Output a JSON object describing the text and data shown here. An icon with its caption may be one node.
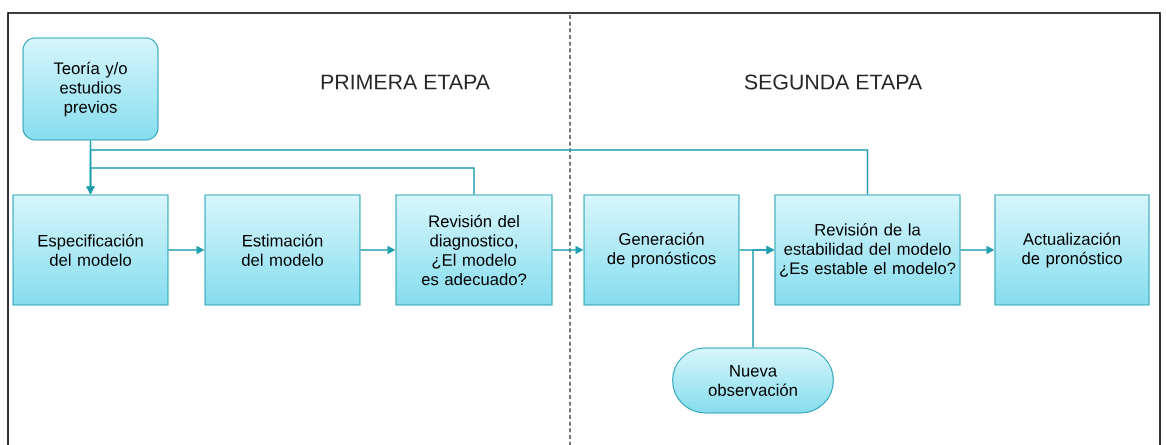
{
  "diagram": {
    "nodes": [
      {
        "text": [
          "Teoría y/o estudios previos"
        ]
      },
      {
        "text": [
          "Especificación del modelo"
        ]
      },
      {
        "text": [
          "Estimación del modelo"
        ]
      },
      {
        "text": [
          "Revisión del diagnostico, ¿El modelo es adecuado?"
        ]
      },
      {
        "text": [
          "Generación de pronósticos"
        ]
      },
      {
        "text": [
          "Revisión de la estabilidad del modelo ¿Es estable el modelo?"
        ]
      },
      {
        "text": [
          "Actualización de pronóstico"
        ]
      },
      {
        "text": [
          "Nueva observación"
        ]
      }
    ],
    "edges": [
      {
        "from": 0,
        "to": 1,
        "arrow": "to"
      },
      {
        "from": 1,
        "to": 2,
        "arrow": "to"
      },
      {
        "from": 2,
        "to": 3,
        "arrow": "to"
      },
      {
        "from": 3,
        "to": 4,
        "arrow": "to"
      },
      {
        "from": 4,
        "to": 5,
        "arrow": "to"
      },
      {
        "from": 5,
        "to": 6,
        "arrow": "to"
      },
      {
        "from": 3,
        "to": 1,
        "arrow": "to"
      },
      {
        "from": 5,
        "to": 1,
        "arrow": "to"
      },
      {
        "from": 7,
        "to": 5,
        "arrow": "to"
      }
    ],
    "labels": [
      "PRIMERA ETAPA",
      "SEGUNDA ETAPA"
    ]
  }
}
